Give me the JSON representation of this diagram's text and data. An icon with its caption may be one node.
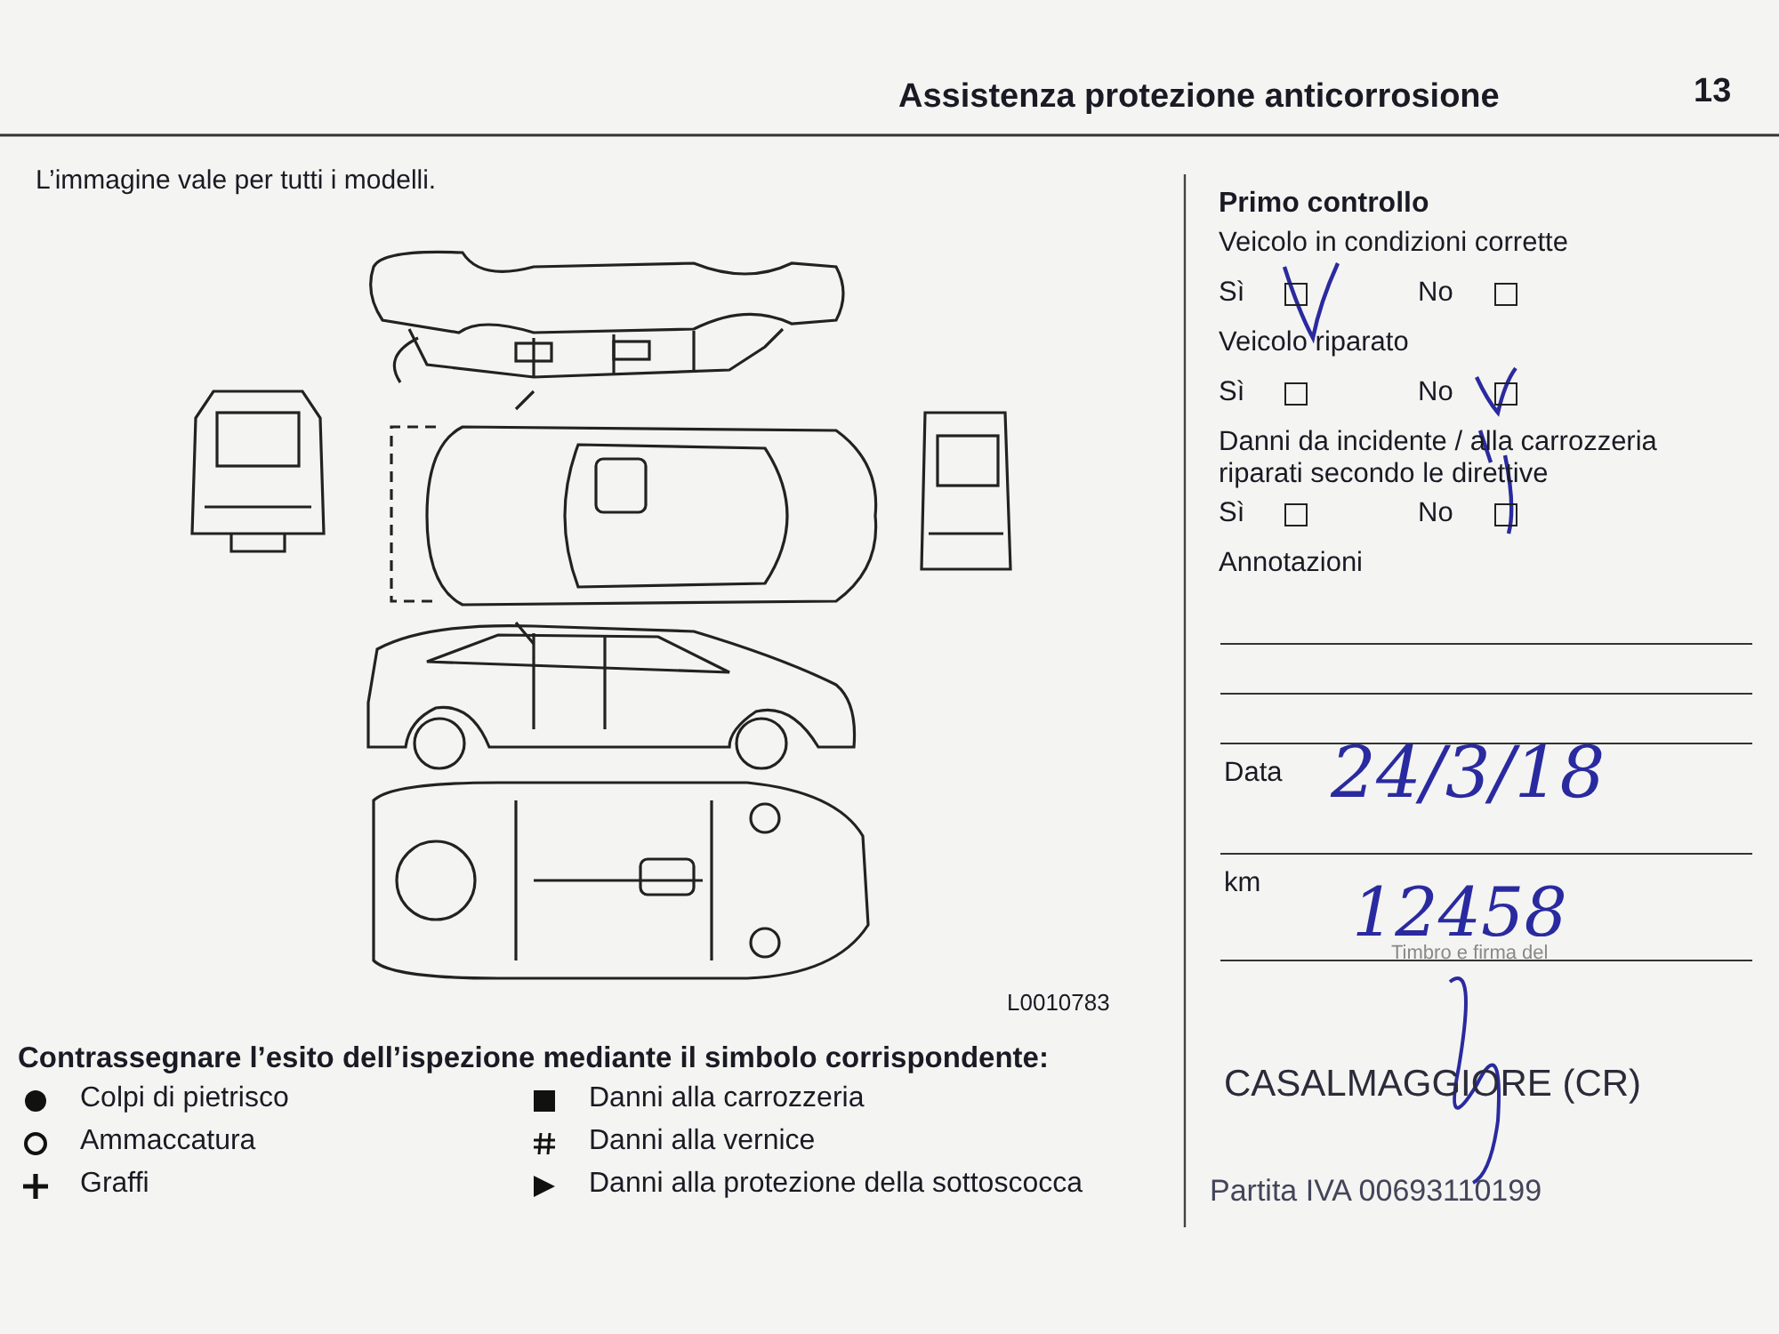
{
  "diagram": {
    "title": "Assistenza protezione anticorrosione",
    "labels": [
      "13",
      "L’immagine vale per tutti i modelli.",
      "Primo controllo",
      "Veicolo in condizioni corrette",
      "Sì",
      "No",
      "Veicolo riparato",
      "Sì",
      "No",
      "Danni da incidente / alla carrozzeria riparati secondo le direttive",
      "Sì",
      "No",
      "Annotazioni",
      "Data",
      "24/3/18",
      "km",
      "12458",
      "L0010783",
      "Contrassegnare l’esito dell’ispezione mediante il simbolo corrispondente:",
      "Timbro e firma del",
      "CASALMAGGIORE (CR)",
      "Partita IVA 00693110199"
    ],
    "legend": [
      {
        "text": "Colpi di pietrisco"
      },
      {
        "text": "Ammaccatura"
      },
      {
        "text": "Graffi"
      },
      {
        "text": "Danni alla carrozzeria"
      },
      {
        "text": "Danni alla vernice"
      },
      {
        "text": "Danni alla protezione della sottoscocca"
      }
    ]
  }
}
